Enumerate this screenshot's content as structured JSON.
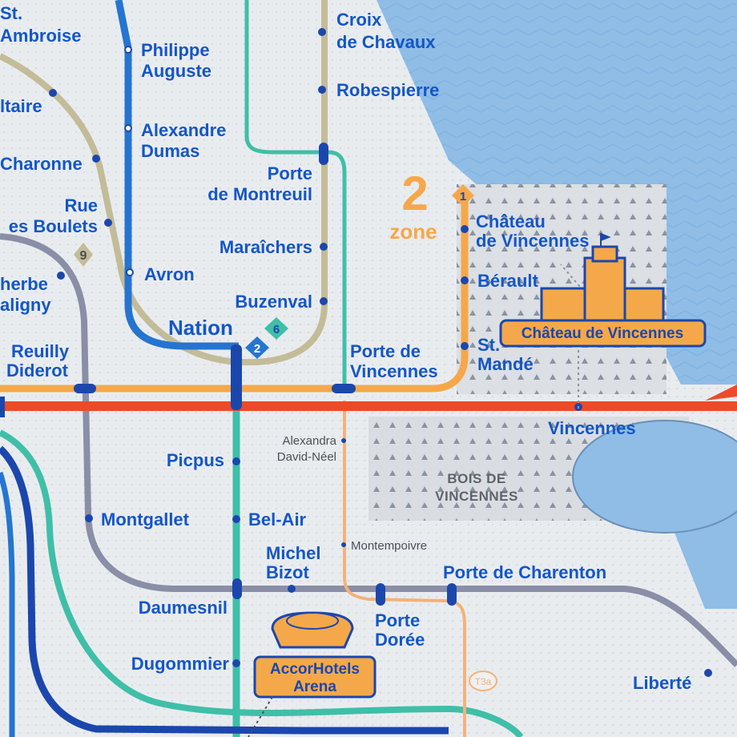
{
  "colors": {
    "background": "#e9ecef",
    "water": "#8fbde6",
    "line_blue": "#2575d0",
    "line_teal": "#3fbfa8",
    "line_khaki": "#c3bc98",
    "line_grey": "#8a8ea6",
    "line_orange": "#f5a84a",
    "line_red": "#ee4a28",
    "line_navy": "#1b47ad",
    "text_blue": "#1356c8",
    "label_orange": "#f5a84a"
  },
  "stations": {
    "st_ambroise": [
      "St.",
      "Ambroise"
    ],
    "voltaire": "ltaire",
    "charonne": "Charonne",
    "rue_des_boulets": [
      "Rue",
      "es Boulets"
    ],
    "philippe_auguste": [
      "Philippe",
      "Auguste"
    ],
    "alexandre_dumas": [
      "Alexandre",
      "Dumas"
    ],
    "avron": "Avron",
    "croix_de_chavaux": [
      "Croix",
      "de Chavaux"
    ],
    "robespierre": "Robespierre",
    "porte_de_montreuil": [
      "Porte",
      "de Montreuil"
    ],
    "maraichers": "Maraîchers",
    "buzenval": "Buzenval",
    "nation": "Nation",
    "rue_malherbe": [
      "herbe",
      "aligny"
    ],
    "reuilly_diderot": [
      "Reuilly",
      "Diderot"
    ],
    "porte_de_vincennes": [
      "Porte de",
      "Vincennes"
    ],
    "chateau_de_vincennes": [
      "Château",
      "de Vincennes"
    ],
    "berault": "Bérault",
    "st_mande": [
      "St.",
      "Mandé"
    ],
    "vincennes": "Vincennes",
    "alexandra_david_neel": [
      "Alexandra",
      "David-Néel"
    ],
    "picpus": "Picpus",
    "montgallet": "Montgallet",
    "bel_air": "Bel-Air",
    "michel_bizot": [
      "Michel",
      "Bizot"
    ],
    "montempoivre": "Montempoivre",
    "porte_de_charenton": "Porte de Charenton",
    "daumesnil": "Daumesnil",
    "porte_doree": [
      "Porte",
      "Dorée"
    ],
    "dugommier": "Dugommier",
    "liberte": "Liberté"
  },
  "badges": {
    "line_9": "9",
    "line_6": "6",
    "line_2": "2",
    "line_1": "1",
    "tram_t3a": "T3a"
  },
  "zone": {
    "number": "2",
    "label": "zone"
  },
  "landmarks": {
    "chateau": "Château de Vincennes",
    "arena": [
      "AccorHotels",
      "Arena"
    ],
    "bois": [
      "BOIS DE",
      "VINCENNES"
    ]
  }
}
